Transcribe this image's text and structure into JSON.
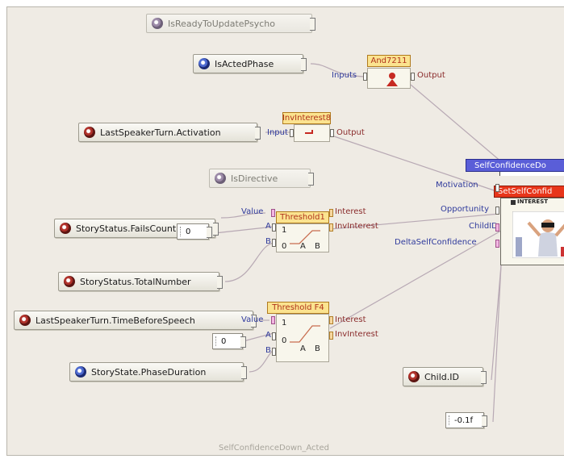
{
  "colors": {
    "canvas_bg": "#efebe4",
    "wire": "#b8a9b4",
    "node_title_bg": "#fbe38f",
    "node_title_text": "#b0331c",
    "port_in_text": "#2f3a9c",
    "port_out_text": "#8a2b2b",
    "action_title_bg": "#5a5ed8",
    "action_subtitle_bg": "#e8351a"
  },
  "variables": {
    "is_ready_to_update_psycho": "IsReadyToUpdatePsycho",
    "is_acted_phase": "IsActedPhase",
    "last_speaker_turn_activation": "LastSpeakerTurn.Activation",
    "is_directive": "IsDirective",
    "story_status_fails_count": "StoryStatus.FailsCount",
    "story_status_total_number": "StoryStatus.TotalNumber",
    "last_speaker_turn_time_before_speech": "LastSpeakerTurn.TimeBeforeSpeech",
    "story_state_phase_duration": "StoryState.PhaseDuration",
    "child_id": "Child.ID"
  },
  "constants": {
    "threshold1_a": "0",
    "thresholdf4_a": "0",
    "delta": "-0.1f"
  },
  "nodes": {
    "and": {
      "title": "And7211",
      "input": "Inputs",
      "output": "Output"
    },
    "inv": {
      "title": "InvInterest8",
      "input": "Input",
      "output": "Output"
    },
    "threshold1": {
      "title": "Threshold1",
      "inputs": [
        "Value",
        "A",
        "B"
      ],
      "outputs": [
        "Interest",
        "InvInterest"
      ],
      "marks": {
        "one": "1",
        "zero": "0",
        "a": "A",
        "b": "B"
      }
    },
    "thresholdf4": {
      "title": "Threshold F4",
      "inputs": [
        "Value",
        "A",
        "B"
      ],
      "outputs": [
        "Interest",
        "InvInterest"
      ],
      "marks": {
        "one": "1",
        "zero": "0",
        "a": "A",
        "b": "B"
      }
    },
    "action": {
      "title": "SelfConfidenceDo",
      "subtitle": "SetSelfConfid",
      "interest_tag": "INTEREST",
      "ports": [
        "Motivation",
        "Opportunity",
        "ChildID",
        "DeltaSelfConfidence"
      ]
    }
  },
  "caption": "SelfConfidenceDown_Acted"
}
